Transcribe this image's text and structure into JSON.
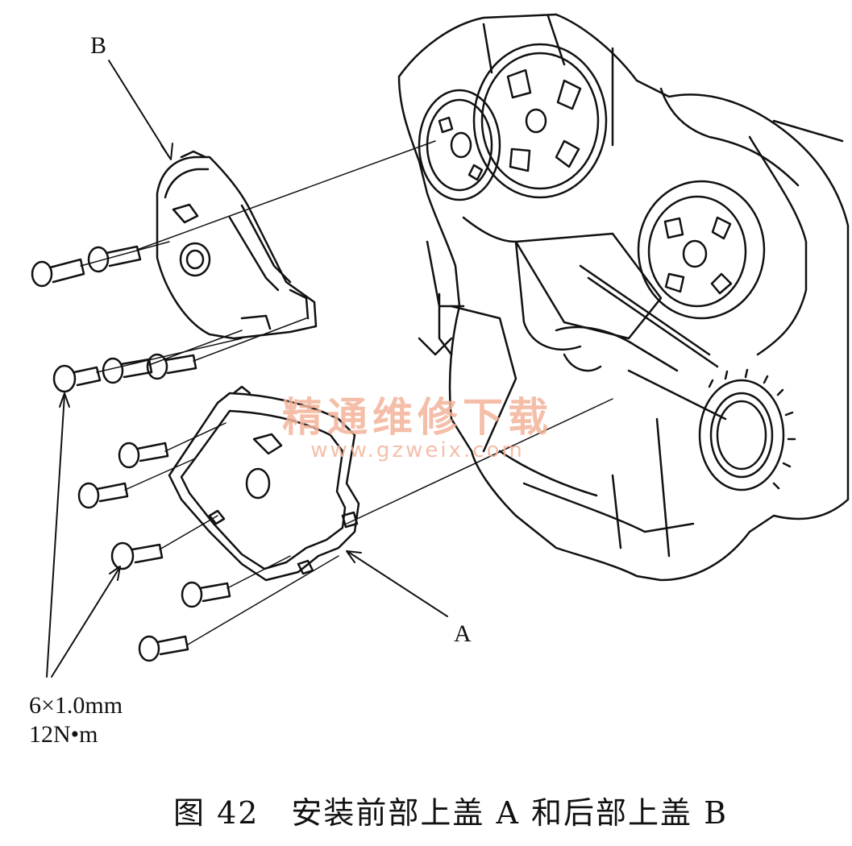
{
  "labels": {
    "part_b": "B",
    "part_a": "A",
    "bolt_size": "6×1.0mm",
    "torque": "12N•m"
  },
  "caption": "图 42　安装前部上盖 A 和后部上盖 B",
  "watermark": {
    "title": "精通维修下载",
    "url": "www.gzweix.com",
    "color": "#f3b39a"
  },
  "colors": {
    "line": "#111111",
    "background": "#ffffff"
  }
}
